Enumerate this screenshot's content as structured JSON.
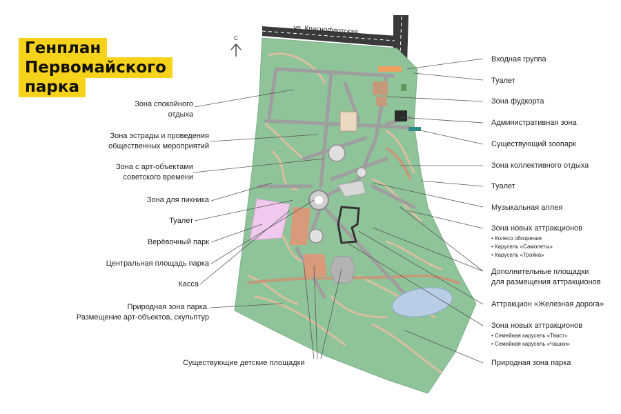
{
  "title": {
    "line1": "Генплан",
    "line2": "Первомайского",
    "line3": "парка"
  },
  "street": "ул. Краснофлотская",
  "north": "С",
  "colors": {
    "park": "#8fc49a",
    "path": "#9e9e9e",
    "trail": "#d9bfa0",
    "water": "#b9cde6",
    "accent": "#f7d21a",
    "road": "#3a3a3a"
  },
  "labels_left": {
    "calm_zone": "Зона спокойного\nотдыха",
    "stage_zone": "Зона эстрады и проведения\nобщественных мероприятий",
    "art_soviet": "Зона с арт-объектами\nсоветского времени",
    "picnic": "Зона для пикника",
    "toilet": "Туалет",
    "rope_park": "Верёвочный парк",
    "central_square": "Центральная площадь парка",
    "cashier": "Касса",
    "nature_zone": "Природная зона парка.\nРазмещение арт-объектов, скульптур",
    "playgrounds": "Существующие детские площадки"
  },
  "labels_right": {
    "entrance": "Входная группа",
    "toilet1": "Туалет",
    "foodcourt": "Зона фудкорта",
    "admin": "Административная зона",
    "zoo": "Существующий зоопарк",
    "collective": "Зона коллективного отдыха",
    "toilet2": "Туалет",
    "music_alley": "Музыкальная аллея",
    "new_attr1": "Зона новых аттракционов",
    "new_attr1_items": [
      "• Колесо обозрения",
      "• Карусель «Самолеты»",
      "• Карусель «Тройка»"
    ],
    "extra_sites": "Дополнительные площадки\nдля размещения аттракционов",
    "railway": "Аттракцион «Железная дорога»",
    "new_attr2": "Зона новых аттракционов",
    "new_attr2_items": [
      "• Семейная карусель «Твист»",
      "• Семейная карусель «Чашки»"
    ],
    "nature_park": "Природная зона парка"
  }
}
